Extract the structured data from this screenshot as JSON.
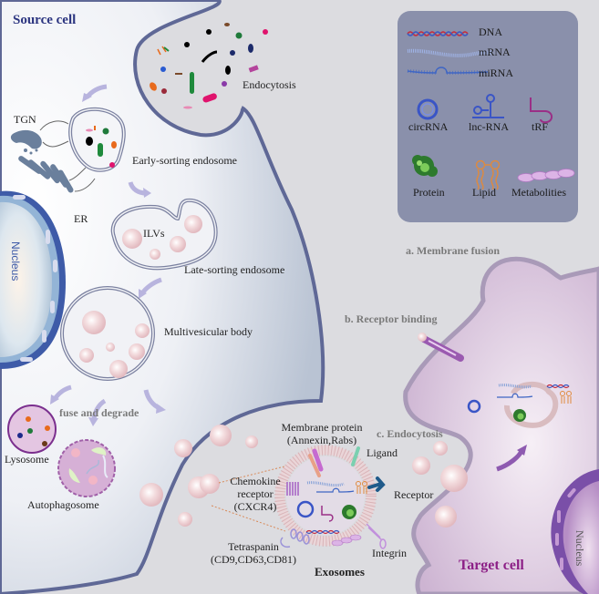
{
  "source_cell": {
    "title": "Source cell",
    "labels": {
      "endocytosis": "Endocytosis",
      "tgn": "TGN",
      "er": "ER",
      "nucleus": "Nucleus",
      "early_endosome": "Early-sorting endosome",
      "ilvs": "ILVs",
      "late_endosome": "Late-sorting endosome",
      "mvb": "Multivesicular body",
      "fuse_degrade": "fuse and degrade",
      "lysosome": "Lysosome",
      "autophagosome": "Autophagosome"
    }
  },
  "legend": {
    "items": [
      {
        "id": "dna",
        "label": "DNA"
      },
      {
        "id": "mrna",
        "label": "mRNA"
      },
      {
        "id": "mirna",
        "label": "miRNA"
      },
      {
        "id": "circrna",
        "label": "circRNA"
      },
      {
        "id": "lncrna",
        "label": "lnc-RNA"
      },
      {
        "id": "trf",
        "label": "tRF"
      },
      {
        "id": "protein",
        "label": "Protein"
      },
      {
        "id": "lipid",
        "label": "Lipid"
      },
      {
        "id": "metabolites",
        "label": "Metabolities"
      }
    ]
  },
  "exosome": {
    "title": "Exosomes",
    "membrane_protein": [
      "Membrane protein",
      "(Annexin,Rabs)"
    ],
    "ligand": "Ligand",
    "receptor": "Receptor",
    "chemokine": [
      "Chemokine",
      "receptor",
      "(CXCR4)"
    ],
    "tetraspanin": [
      "Tetraspanin",
      "(CD9,CD63,CD81)"
    ],
    "integrin": "Integrin"
  },
  "uptake": {
    "membrane_fusion": "a. Membrane fusion",
    "receptor_binding": "b. Receptor binding",
    "endocytosis": "c. Endocytosis"
  },
  "target_cell": {
    "title": "Target cell",
    "nucleus": "Nucleus"
  },
  "colors": {
    "background": "#dcdce0",
    "source_membrane": "#5f6896",
    "target_membrane": "#a99ab8",
    "target_fill": "#d8c4dc",
    "legend_bg": "#8a90ab",
    "vesicle": "#efd0d4",
    "arrow": "#b8b4de",
    "lysosome": "#7b2f8e",
    "target_title": "#8c1f86",
    "source_title": "#2c3580"
  }
}
